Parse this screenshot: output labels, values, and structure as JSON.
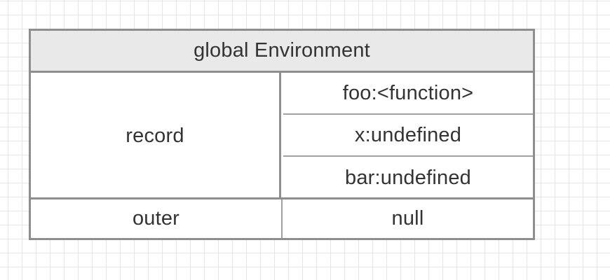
{
  "environment": {
    "title": "global Environment",
    "record_label": "record",
    "record_entries": [
      "foo:<function>",
      "x:undefined",
      "bar:undefined"
    ],
    "outer_label": "outer",
    "outer_value": "null"
  },
  "colors": {
    "border": "#8e8e8e",
    "header_background": "#e9e9e9",
    "grid_line": "#e6e6e6",
    "text": "#333333"
  }
}
